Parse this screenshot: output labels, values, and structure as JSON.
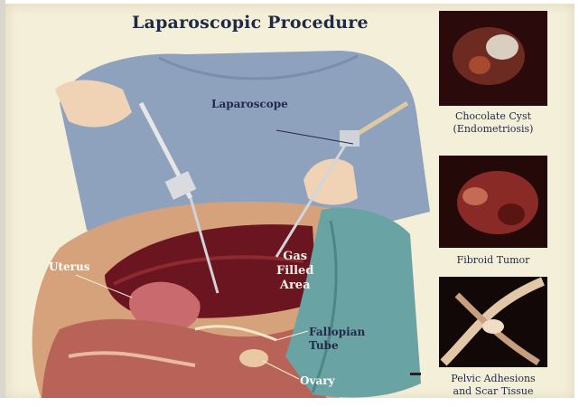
{
  "title": "Laparoscopic Procedure",
  "labels": {
    "laparoscope": "Laparoscope",
    "uterus": "Uterus",
    "gas_filled_area": [
      "Gas",
      "Filled",
      "Area"
    ],
    "fallopian_tube": [
      "Fallopian",
      "Tube"
    ],
    "ovary": "Ovary"
  },
  "photos": [
    {
      "caption_lines": [
        "Chocolate Cyst",
        "(Endometriosis)"
      ]
    },
    {
      "caption_lines": [
        "Fibroid Tumor"
      ]
    },
    {
      "caption_lines": [
        "Pelvic Adhesions",
        "and Scar Tissue"
      ]
    }
  ]
}
